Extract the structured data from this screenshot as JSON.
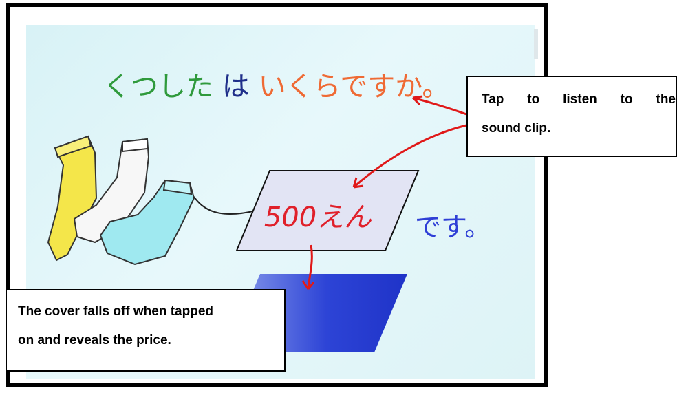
{
  "question": {
    "part1": "くつした",
    "part2": "は",
    "part3": "いくらですか。"
  },
  "price_label": "500えん",
  "answer_suffix": "です。",
  "callouts": {
    "sound": {
      "line1_words": [
        "Tap",
        "to",
        "listen",
        "to",
        "the"
      ],
      "line2": "sound clip."
    },
    "cover": {
      "line1": "The cover falls off when tapped",
      "line2": "on and reveals the price."
    }
  },
  "colors": {
    "green": "#2f9a3c",
    "navy": "#1f2f8a",
    "orange": "#ef6a34",
    "red_text": "#e0202a",
    "blue_text": "#2f3fd6",
    "arrow": "#e01818",
    "card_fill": "#e2e4f4",
    "cover_dark": "#1f33c8",
    "cover_light": "#8ea0ec",
    "sock_yellow": "#f4e64a",
    "sock_white": "#f7f7f7",
    "sock_cyan": "#9fe9f0"
  },
  "icons": [
    "yellow-sock-icon",
    "white-sock-icon",
    "cyan-sock-icon"
  ]
}
